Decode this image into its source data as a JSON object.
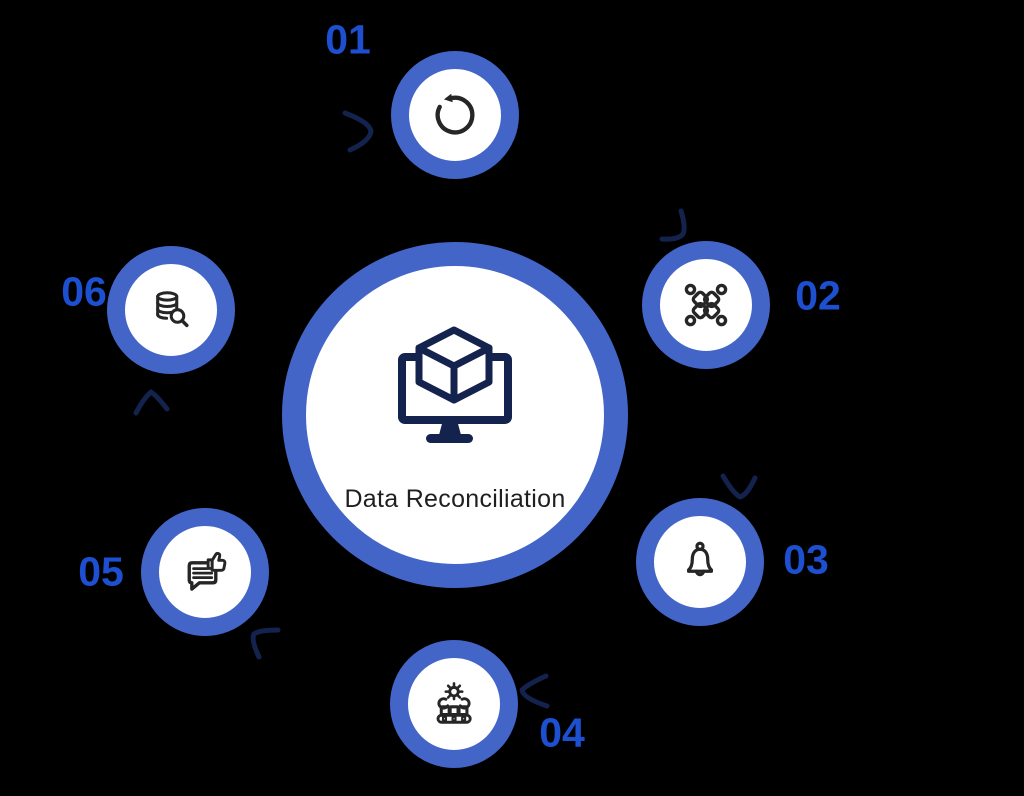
{
  "title": "Data Reconciliation process diagram",
  "center": {
    "label": "Data Reconciliation",
    "icon": "monitor-cube-icon"
  },
  "steps": [
    {
      "number": "01",
      "icon": "refresh-icon"
    },
    {
      "number": "02",
      "icon": "integration-puzzle-icon"
    },
    {
      "number": "03",
      "icon": "notification-bell-icon"
    },
    {
      "number": "04",
      "icon": "automation-conveyor-icon"
    },
    {
      "number": "05",
      "icon": "feedback-chat-thumbs-up-icon"
    },
    {
      "number": "06",
      "icon": "database-search-icon"
    }
  ],
  "colors": {
    "background": "#000000",
    "ring_blue": "#4365C8",
    "number_blue": "#1D4FD1",
    "navy": "#14234E",
    "icon_dark": "#262626",
    "text_dark": "#1F1F1F"
  }
}
